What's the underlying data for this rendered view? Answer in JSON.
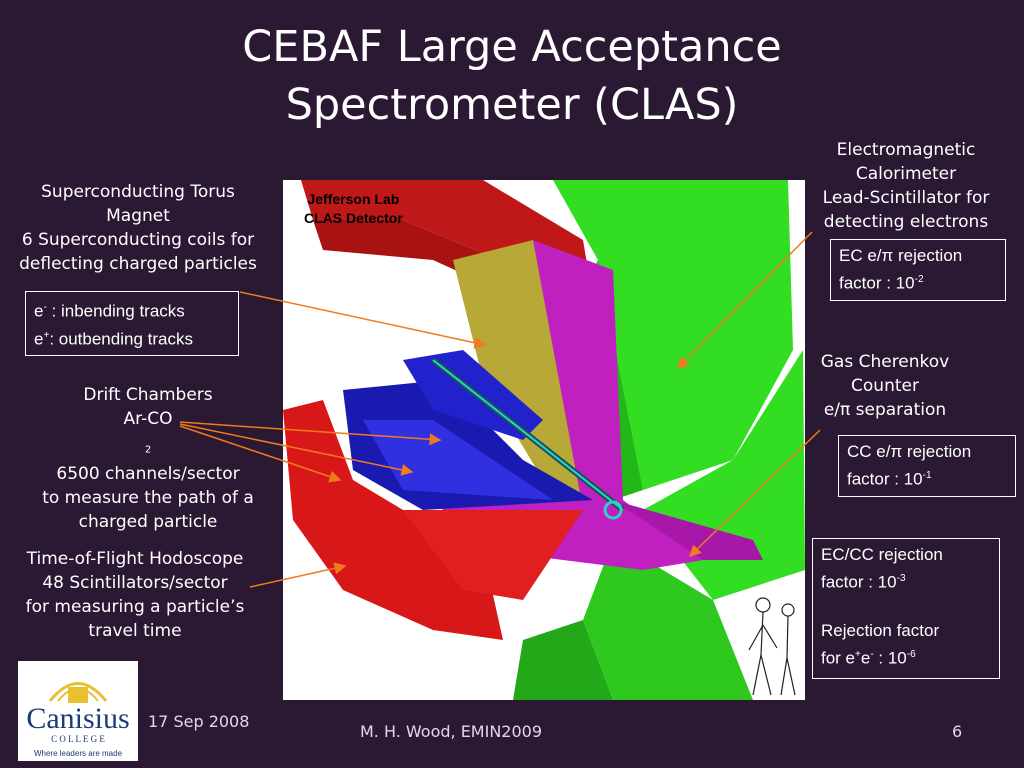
{
  "title": {
    "line1": "CEBAF Large Acceptance",
    "line2": "Spectrometer (CLAS)"
  },
  "detector_image": {
    "title_line1": "Jefferson Lab",
    "title_line2": "CLAS Detector"
  },
  "torus": {
    "lines": [
      "Superconducting Torus",
      "Magnet",
      "6 Superconducting coils for",
      "deflecting charged particles"
    ]
  },
  "tracks_box": {
    "line1_text": " : inbending tracks",
    "line2_text": ": outbending tracks",
    "e": "e",
    "minus": "-",
    "plus": "+"
  },
  "drift": {
    "line1": "Drift Chambers",
    "line2_pre": "Ar-CO",
    "line2_sub": "2",
    "line3": "6500 channels/sector",
    "line4": "to measure the path of a",
    "line5": "charged particle"
  },
  "tof": {
    "lines": [
      "Time-of-Flight Hodoscope",
      "48 Scintillators/sector",
      "for measuring a particle’s",
      "travel time"
    ]
  },
  "ec": {
    "lines": [
      "Electromagnetic",
      "Calorimeter",
      "Lead-Scintillator for",
      "detecting electrons"
    ]
  },
  "ec_box": {
    "line1": "EC e/π rejection",
    "line2_pre": "factor : 10",
    "line2_sup": "-2"
  },
  "cc": {
    "line1": "Gas Cherenkov",
    "line2": "Counter",
    "line3": "e/π separation"
  },
  "cc_box": {
    "line1": "CC e/π rejection",
    "line2_pre": "factor : 10",
    "line2_sup": "-1"
  },
  "eccc_box": {
    "line1": "EC/CC rejection",
    "line2_pre": "factor : 10",
    "line2_sup": "-3",
    "line3": "Rejection factor",
    "line4_pre": "for e",
    "line4_sup1": "+",
    "line4_mid": "e",
    "line4_sup2": "-",
    "line4_post": " : 10",
    "line4_sup3": "-6"
  },
  "logo": {
    "name": "Canisius",
    "college": "C O L L E G E",
    "tagline": "Where leaders are made"
  },
  "footer": {
    "date": "17 Sep 2008",
    "author": "M. H. Wood, EMIN2009",
    "page": "6"
  },
  "colors": {
    "background": "#2b1933",
    "arrow": "#f07a20",
    "torus": "#c01818",
    "calorimeter": "#33dd22",
    "drift": "#1a1ab0",
    "cherenkov": "#c020c0"
  }
}
